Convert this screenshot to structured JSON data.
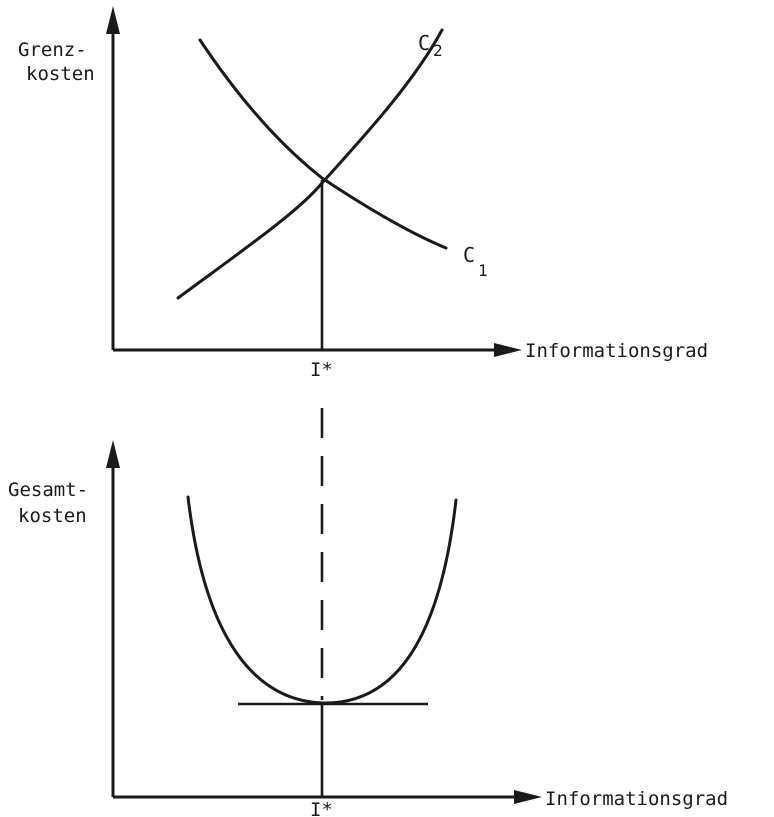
{
  "top_panel": {
    "y_label_line1": "Grenz-",
    "y_label_line2": "kosten",
    "x_label": "Informationsgrad",
    "optimum_label": "I*",
    "curve_c2": {
      "letter": "C",
      "subscript": "2"
    },
    "curve_c1": {
      "letter": "C",
      "subscript": "1"
    }
  },
  "bottom_panel": {
    "y_label_line1": "Gesamt-",
    "y_label_line2": "kosten",
    "x_label": "Informationsgrad",
    "optimum_label": "I*"
  }
}
